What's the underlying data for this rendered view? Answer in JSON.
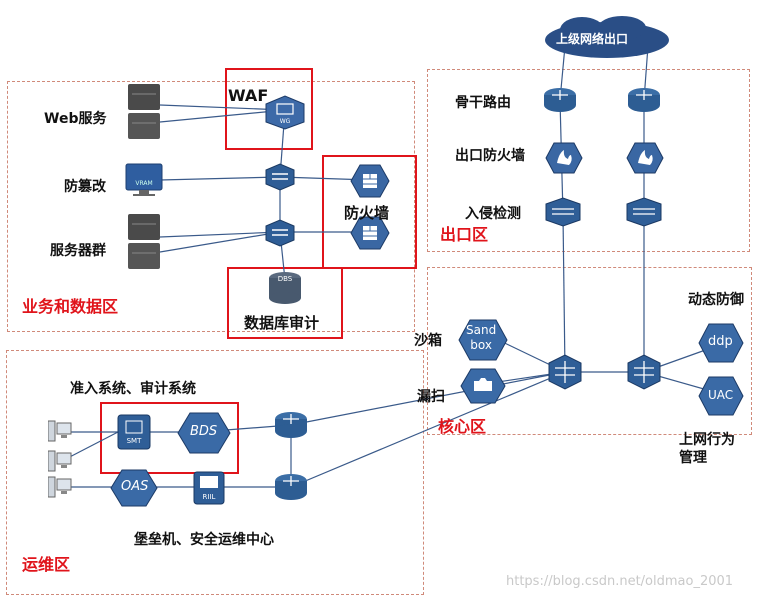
{
  "zones": {
    "business": "业务和数据区",
    "exit": "出口区",
    "core": "核心区",
    "ops": "运维区"
  },
  "labels": {
    "web": "Web服务",
    "tamper": "防篡改",
    "server_group": "服务器群",
    "waf": "WAF",
    "firewall": "防火墙",
    "db_audit": "数据库审计",
    "internet": "上级网络出口",
    "backbone_router": "骨干路由",
    "exit_firewall": "出口防火墙",
    "ids": "入侵检测",
    "sandbox": "沙箱",
    "vuln_scan": "漏扫",
    "ddos": "动态防御",
    "behavior": "上网行为\n管理",
    "nac": "准入系统、审计系统",
    "bastion": "堡垒机、安全运维中心"
  },
  "icon_text": {
    "sandbox": "Sand\nbox",
    "ddp": "ddp",
    "uac": "UAC",
    "bds": "BDS",
    "oas": "OAS",
    "riil": "RIIL",
    "smt": "SMT",
    "wg": "WG",
    "vrm": "VRAM",
    "dbs": "DBS"
  },
  "watermark": "https://blog.csdn.net/oldmao_2001"
}
